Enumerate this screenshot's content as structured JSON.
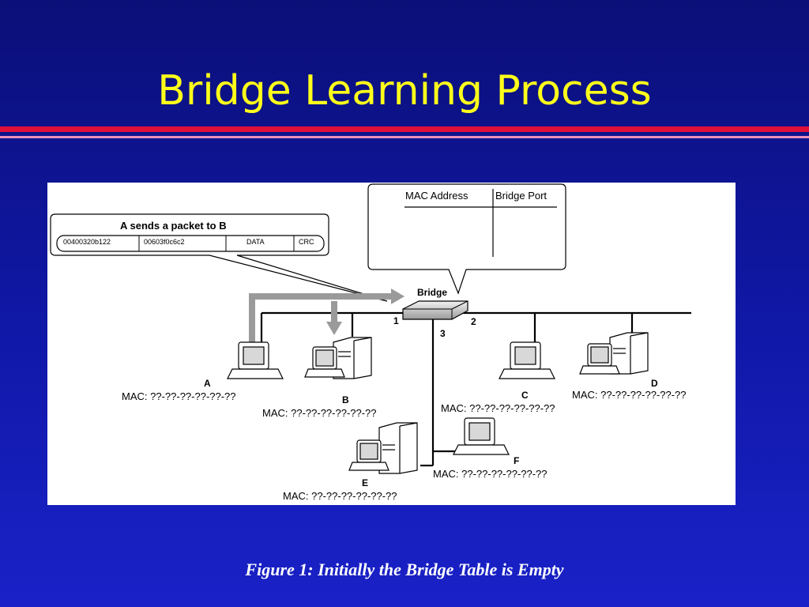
{
  "slide": {
    "title": "Bridge Learning Process",
    "caption": "Figure 1: Initially the Bridge Table is Empty",
    "colors": {
      "background": "#1018a8",
      "title": "#ffff1a",
      "rule_red": "#e0103a",
      "rule_pink": "#e890b8"
    }
  },
  "diagram": {
    "packet": {
      "title": "A sends a packet to B",
      "fields": [
        "00400320b122",
        "00603f0c6c2",
        "DATA",
        "CRC"
      ]
    },
    "bridge_table": {
      "headers": [
        "MAC Address",
        "Bridge Port"
      ]
    },
    "bridge_label": "Bridge",
    "ports": [
      "1",
      "2",
      "3"
    ],
    "nodes": [
      {
        "letter": "A",
        "mac": "MAC: ??-??-??-??-??-??"
      },
      {
        "letter": "B",
        "mac": "MAC: ??-??-??-??-??-??"
      },
      {
        "letter": "C",
        "mac": "MAC: ??-??-??-??-??-??"
      },
      {
        "letter": "D",
        "mac": "MAC: ??-??-??-??-??-??"
      },
      {
        "letter": "E",
        "mac": "MAC: ??-??-??-??-??-??"
      },
      {
        "letter": "F",
        "mac": "MAC: ??-??-??-??-??-??"
      }
    ]
  }
}
